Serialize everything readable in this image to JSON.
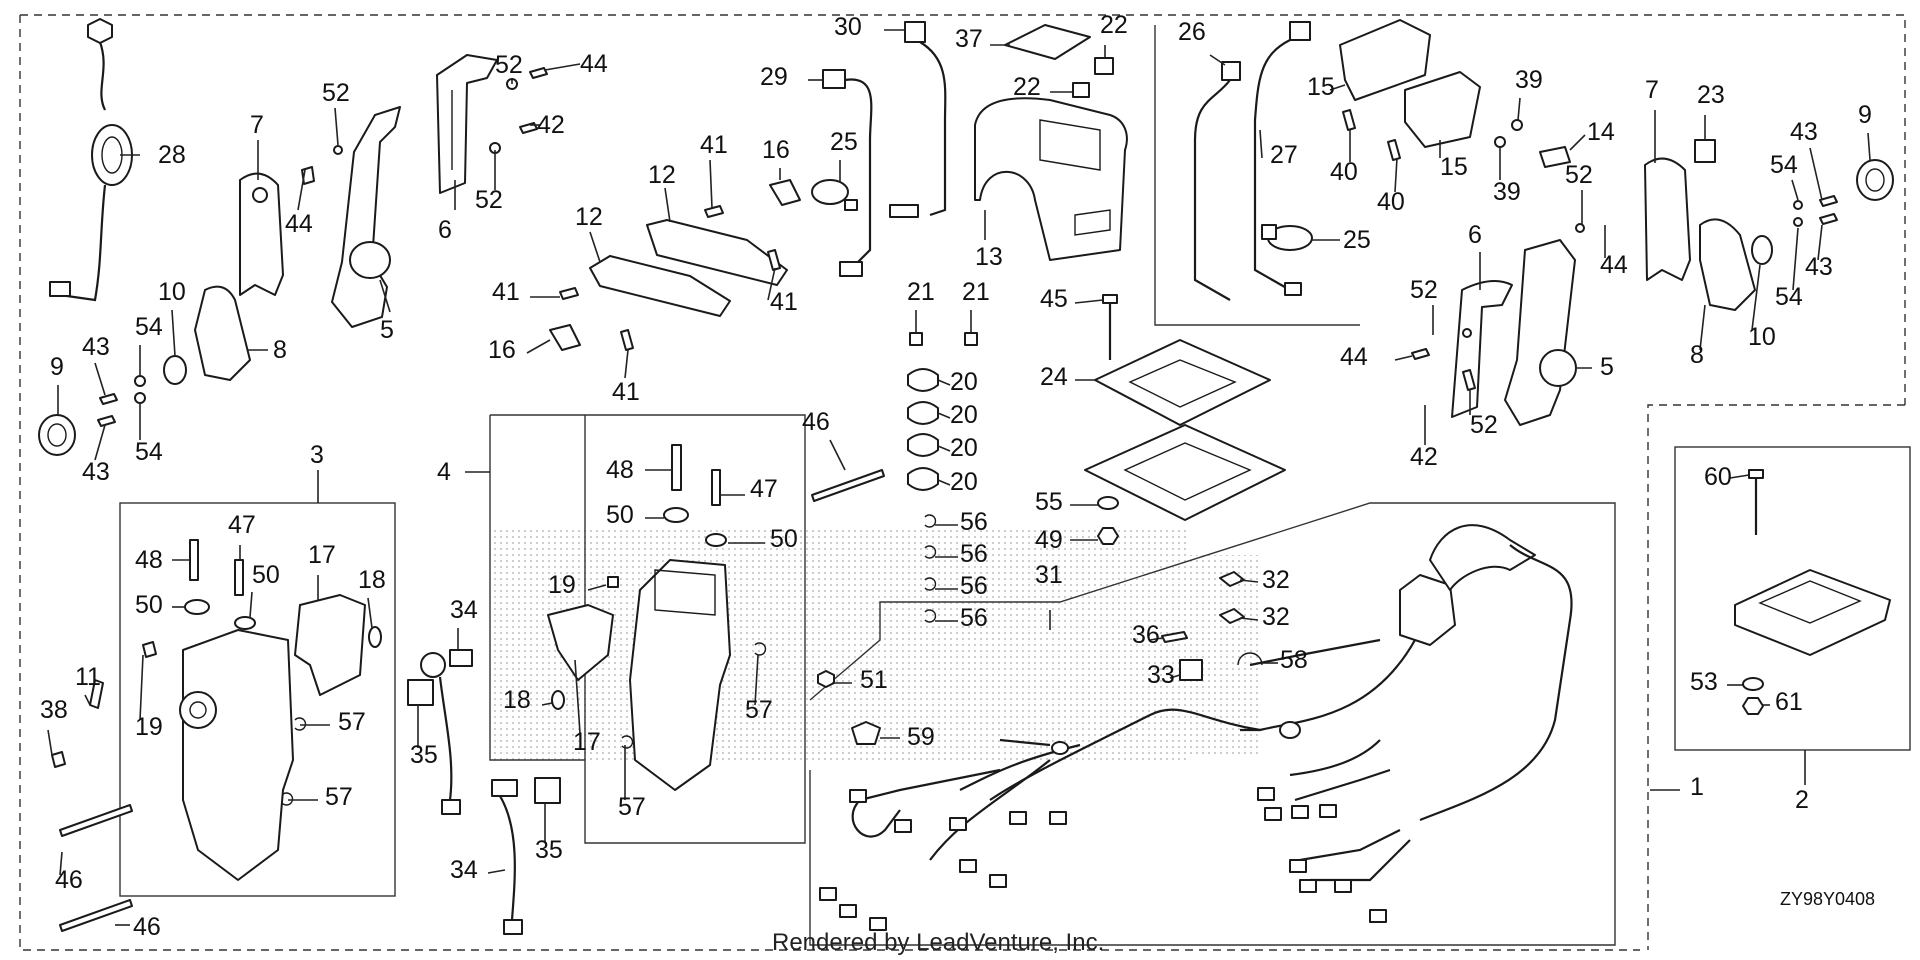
{
  "diagram": {
    "reference_code": "ZY98Y0408",
    "credit": "Rendered by LeadVenture, Inc.",
    "callouts": [
      {
        "id": "28",
        "n": "28"
      },
      {
        "id": "7a",
        "n": "7"
      },
      {
        "id": "52a",
        "n": "52"
      },
      {
        "id": "52b",
        "n": "52"
      },
      {
        "id": "44a",
        "n": "44"
      },
      {
        "id": "42a",
        "n": "42"
      },
      {
        "id": "44b",
        "n": "44"
      },
      {
        "id": "52c",
        "n": "52"
      },
      {
        "id": "6a",
        "n": "6"
      },
      {
        "id": "5a",
        "n": "5"
      },
      {
        "id": "8a",
        "n": "8"
      },
      {
        "id": "10a",
        "n": "10"
      },
      {
        "id": "9a",
        "n": "9"
      },
      {
        "id": "43a",
        "n": "43"
      },
      {
        "id": "54a",
        "n": "54"
      },
      {
        "id": "43b",
        "n": "43"
      },
      {
        "id": "54b",
        "n": "54"
      },
      {
        "id": "30",
        "n": "30"
      },
      {
        "id": "29",
        "n": "29"
      },
      {
        "id": "37",
        "n": "37"
      },
      {
        "id": "22a",
        "n": "22"
      },
      {
        "id": "22b",
        "n": "22"
      },
      {
        "id": "25a",
        "n": "25"
      },
      {
        "id": "41a",
        "n": "41"
      },
      {
        "id": "16a",
        "n": "16"
      },
      {
        "id": "12a",
        "n": "12"
      },
      {
        "id": "12b",
        "n": "12"
      },
      {
        "id": "41b",
        "n": "41"
      },
      {
        "id": "41c",
        "n": "41"
      },
      {
        "id": "16b",
        "n": "16"
      },
      {
        "id": "41d",
        "n": "41"
      },
      {
        "id": "13",
        "n": "13"
      },
      {
        "id": "26",
        "n": "26"
      },
      {
        "id": "27",
        "n": "27"
      },
      {
        "id": "15a",
        "n": "15"
      },
      {
        "id": "15b",
        "n": "15"
      },
      {
        "id": "40a",
        "n": "40"
      },
      {
        "id": "40b",
        "n": "40"
      },
      {
        "id": "39a",
        "n": "39"
      },
      {
        "id": "39b",
        "n": "39"
      },
      {
        "id": "14",
        "n": "14"
      },
      {
        "id": "25b",
        "n": "25"
      },
      {
        "id": "21a",
        "n": "21"
      },
      {
        "id": "21b",
        "n": "21"
      },
      {
        "id": "45",
        "n": "45"
      },
      {
        "id": "24",
        "n": "24"
      },
      {
        "id": "20a",
        "n": "20"
      },
      {
        "id": "20b",
        "n": "20"
      },
      {
        "id": "20c",
        "n": "20"
      },
      {
        "id": "20d",
        "n": "20"
      },
      {
        "id": "7b",
        "n": "7"
      },
      {
        "id": "23",
        "n": "23"
      },
      {
        "id": "9b",
        "n": "9"
      },
      {
        "id": "43c",
        "n": "43"
      },
      {
        "id": "54c",
        "n": "54"
      },
      {
        "id": "43d",
        "n": "43"
      },
      {
        "id": "54d",
        "n": "54"
      },
      {
        "id": "52d",
        "n": "52"
      },
      {
        "id": "44c",
        "n": "44"
      },
      {
        "id": "6b",
        "n": "6"
      },
      {
        "id": "52e",
        "n": "52"
      },
      {
        "id": "44d",
        "n": "44"
      },
      {
        "id": "52f",
        "n": "52"
      },
      {
        "id": "42b",
        "n": "42"
      },
      {
        "id": "5b",
        "n": "5"
      },
      {
        "id": "8b",
        "n": "8"
      },
      {
        "id": "10b",
        "n": "10"
      },
      {
        "id": "3",
        "n": "3"
      },
      {
        "id": "48a",
        "n": "48"
      },
      {
        "id": "47a",
        "n": "47"
      },
      {
        "id": "50a",
        "n": "50"
      },
      {
        "id": "50b",
        "n": "50"
      },
      {
        "id": "17a",
        "n": "17"
      },
      {
        "id": "18a",
        "n": "18"
      },
      {
        "id": "11",
        "n": "11"
      },
      {
        "id": "38",
        "n": "38"
      },
      {
        "id": "19a",
        "n": "19"
      },
      {
        "id": "57a",
        "n": "57"
      },
      {
        "id": "57b",
        "n": "57"
      },
      {
        "id": "46a",
        "n": "46"
      },
      {
        "id": "46b",
        "n": "46"
      },
      {
        "id": "4",
        "n": "4"
      },
      {
        "id": "48b",
        "n": "48"
      },
      {
        "id": "47b",
        "n": "47"
      },
      {
        "id": "50c",
        "n": "50"
      },
      {
        "id": "50d",
        "n": "50"
      },
      {
        "id": "19b",
        "n": "19"
      },
      {
        "id": "18b",
        "n": "18"
      },
      {
        "id": "17b",
        "n": "17"
      },
      {
        "id": "57c",
        "n": "57"
      },
      {
        "id": "57d",
        "n": "57"
      },
      {
        "id": "34a",
        "n": "34"
      },
      {
        "id": "35a",
        "n": "35"
      },
      {
        "id": "34b",
        "n": "34"
      },
      {
        "id": "35b",
        "n": "35"
      },
      {
        "id": "46c",
        "n": "46"
      },
      {
        "id": "51",
        "n": "51"
      },
      {
        "id": "59",
        "n": "59"
      },
      {
        "id": "56a",
        "n": "56"
      },
      {
        "id": "56b",
        "n": "56"
      },
      {
        "id": "56c",
        "n": "56"
      },
      {
        "id": "56d",
        "n": "56"
      },
      {
        "id": "55",
        "n": "55"
      },
      {
        "id": "49",
        "n": "49"
      },
      {
        "id": "31",
        "n": "31"
      },
      {
        "id": "32a",
        "n": "32"
      },
      {
        "id": "32b",
        "n": "32"
      },
      {
        "id": "36",
        "n": "36"
      },
      {
        "id": "33",
        "n": "33"
      },
      {
        "id": "58",
        "n": "58"
      },
      {
        "id": "1",
        "n": "1"
      },
      {
        "id": "2",
        "n": "2"
      },
      {
        "id": "60",
        "n": "60"
      },
      {
        "id": "53",
        "n": "53"
      },
      {
        "id": "61",
        "n": "61"
      }
    ]
  }
}
